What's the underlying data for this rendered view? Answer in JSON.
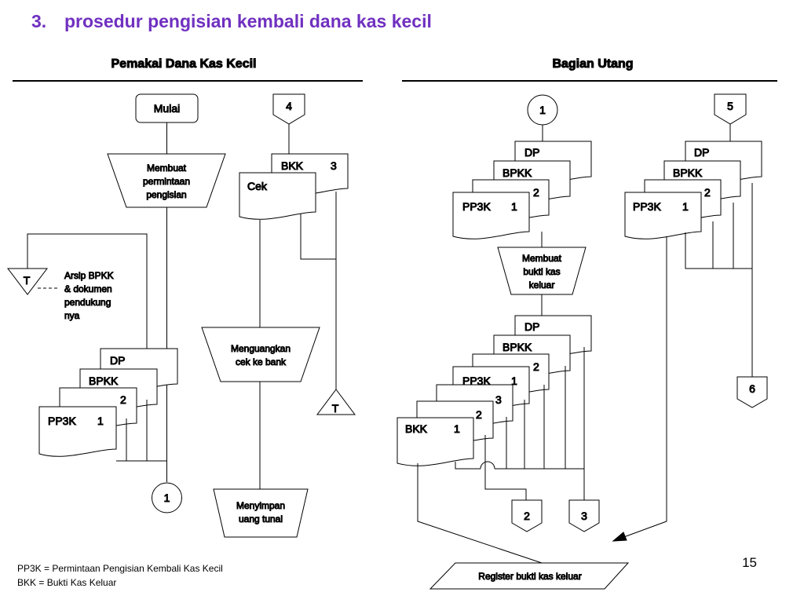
{
  "slide": {
    "title_number": "3.",
    "title": "prosedur pengisian kembali dana kas kecil",
    "page_number": "15",
    "notes": [
      "PP3K = Permintaan Pengisian Kembali Kas Kecil",
      "BKK = Bukti Kas Keluar"
    ]
  },
  "left": {
    "header": "Pemakai Dana Kas Kecil",
    "start": "Mulai",
    "connector_in": "4",
    "process_request": [
      "Membuat",
      "permintaan",
      "pengisian"
    ],
    "archive_symbol": "T",
    "archive_note": [
      "Arsip BPKK",
      "& dokumen",
      "pendukung",
      "nya"
    ],
    "doc_bkk": "BKK",
    "doc_bkk_copy": "3",
    "doc_cek": "Cek",
    "process_cash": [
      "Menguangkan",
      "cek ke bank"
    ],
    "archive_symbol_2": "T",
    "docs": {
      "dp": "DP",
      "bpkk": "BPKK",
      "bpkk_copy": "2",
      "pp3k": "PP3K",
      "pp3k_copy": "1"
    },
    "connector_out": "1",
    "process_store": [
      "Menyimpan",
      "uang tunai"
    ]
  },
  "right": {
    "header": "Bagian Utang",
    "connector_in_1": "1",
    "connector_in_5": "5",
    "docs_in": {
      "dp": "DP",
      "bpkk": "BPKK",
      "bpkk_copy": "2",
      "pp3k": "PP3K",
      "pp3k_copy": "1"
    },
    "docs_in_2": {
      "dp": "DP",
      "bpkk": "BPKK",
      "bpkk_copy": "2",
      "pp3k": "PP3K",
      "pp3k_copy": "1"
    },
    "process_voucher": [
      "Membuat",
      "bukti kas",
      "keluar"
    ],
    "docs_out": {
      "dp": "DP",
      "bpkk": "BPKK",
      "bpkk_copy": "2",
      "pp3k": "PP3K",
      "pp3k_copy": "1",
      "bkk_copy3": "3",
      "bkk_copy2": "2",
      "bkk": "BKK",
      "bkk_copy": "1"
    },
    "connector_out_2": "2",
    "connector_out_3": "3",
    "connector_out_6": "6",
    "register": "Register bukti kas keluar"
  }
}
